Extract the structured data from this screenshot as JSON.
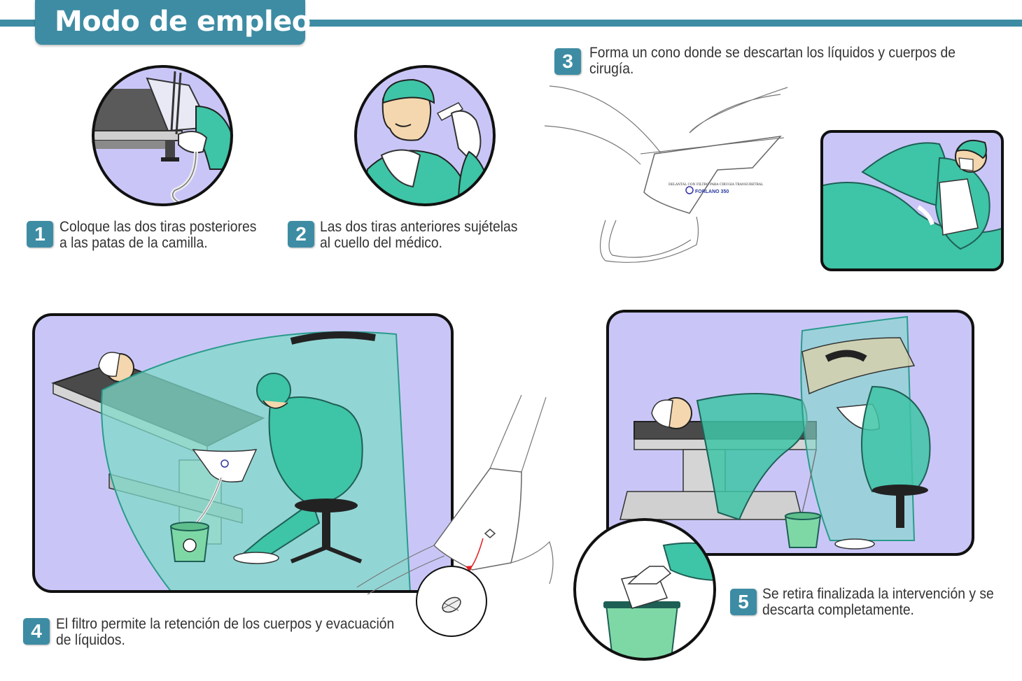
{
  "header": {
    "title": "Modo de empleo"
  },
  "steps": [
    {
      "number": "1",
      "lines": [
        "Coloque las dos tiras posteriores",
        "a las patas de la camilla."
      ]
    },
    {
      "number": "2",
      "lines": [
        "Las dos tiras anteriores sujételas",
        "al cuello del médico."
      ]
    },
    {
      "number": "3",
      "lines": [
        "Forma un cono donde se descartan los líquidos y cuerpos de",
        "cirugía."
      ]
    },
    {
      "number": "4",
      "lines": [
        "El filtro permite la retención de los cuerpos y evacuación",
        "de líquidos."
      ]
    },
    {
      "number": "5",
      "lines": [
        "Se retira finalizada la intervención y se",
        "descarta completamente."
      ]
    }
  ],
  "product_label": {
    "caption": "DELANTAL CON FILTRO PARA CIRUGIA TRANSURETRAL",
    "brand": "FORLANO 350"
  },
  "colors": {
    "accent": "#3d8ca3",
    "lavender_bg": "#c9c6f7",
    "scrub_teal": "#3ec4a6",
    "drape_teal": "#7fd9c9",
    "bucket_green": "#7ed8a6",
    "table_dark": "#4a4a4a"
  }
}
